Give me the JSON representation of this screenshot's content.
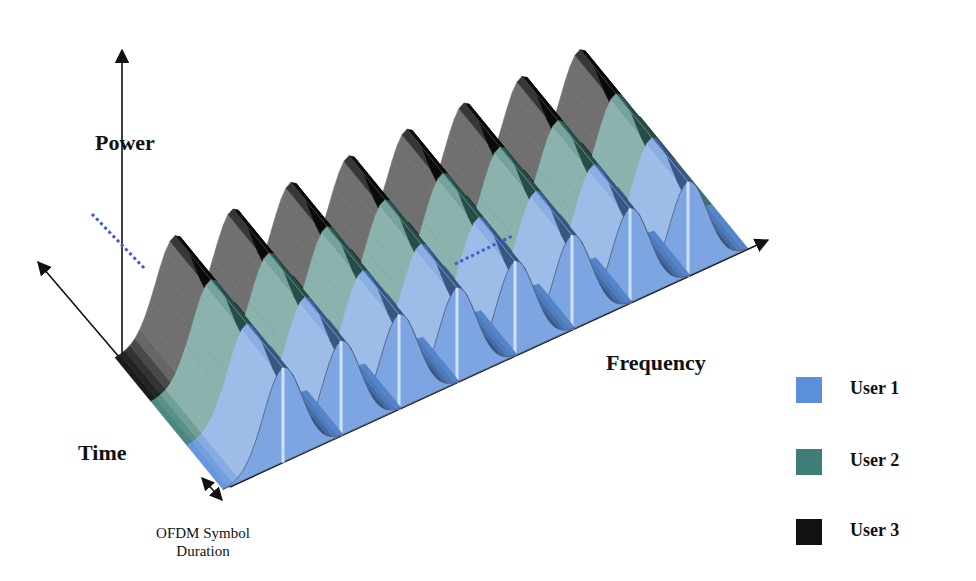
{
  "diagram": {
    "labels": [
      "Power",
      "Frequency",
      "Time",
      "OFDM Symbol Duration"
    ],
    "legend": [
      {
        "text": "User 1",
        "color": "#5b8fd9"
      },
      {
        "text": "User 2",
        "color": "#3e7e76"
      },
      {
        "text": "User 3",
        "color": "#111111"
      }
    ]
  }
}
